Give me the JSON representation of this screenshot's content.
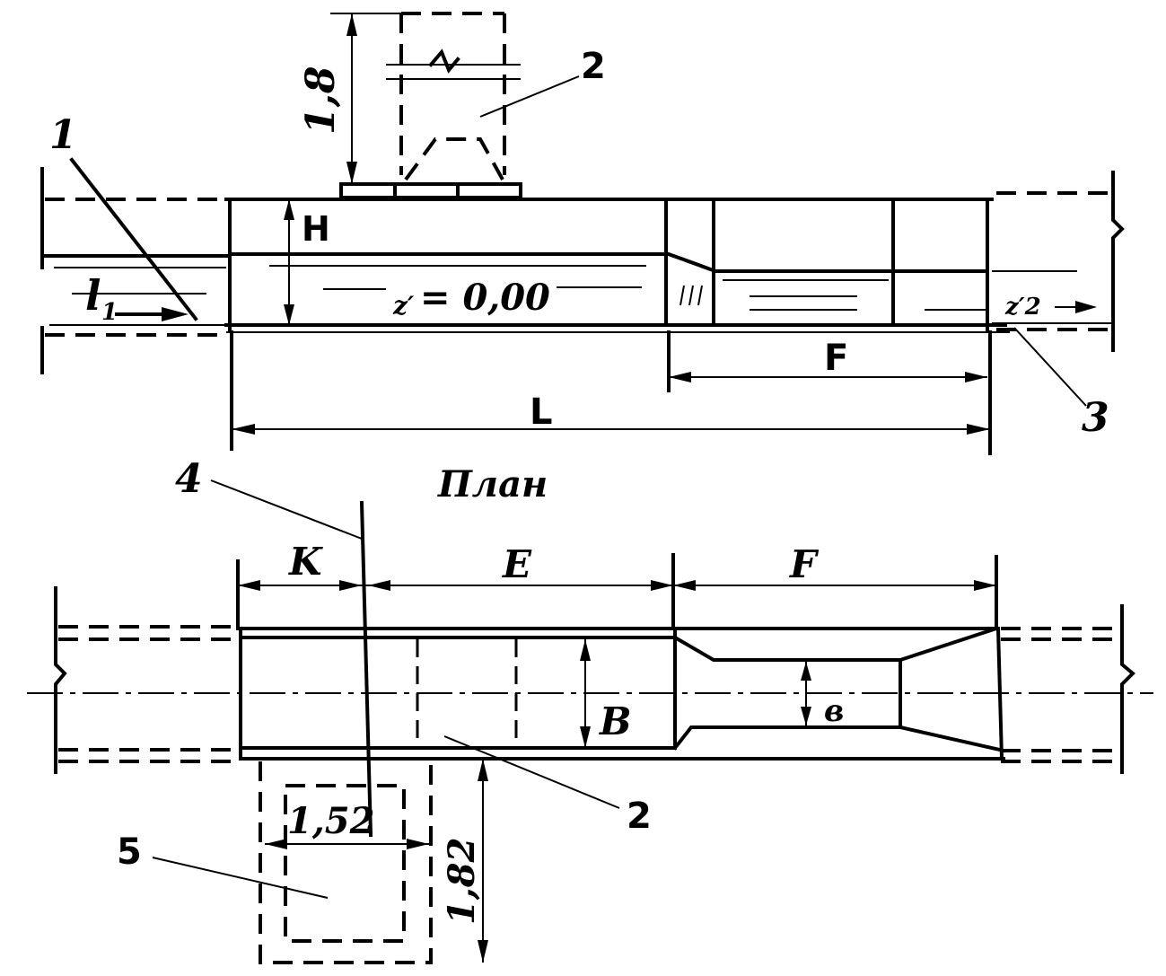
{
  "diagram": {
    "plan_title": "План",
    "callouts": {
      "c1": "1",
      "c2_top": "2",
      "c2_bottom": "2",
      "c3": "3",
      "c4": "4",
      "c5": "5"
    },
    "dimensions": {
      "height_top": "1,8",
      "H": "H",
      "L": "L",
      "F_section": "F",
      "K": "K",
      "E": "E",
      "F_plan": "F",
      "B": "B",
      "b": "в",
      "w_152": "1,52",
      "h_182": "1,82"
    },
    "levels": {
      "z0_prefix": "z′",
      "z0_value": "= 0,00",
      "z2": "z′2"
    },
    "flow": {
      "inlet_label": "l",
      "inlet_sub": "1"
    }
  }
}
